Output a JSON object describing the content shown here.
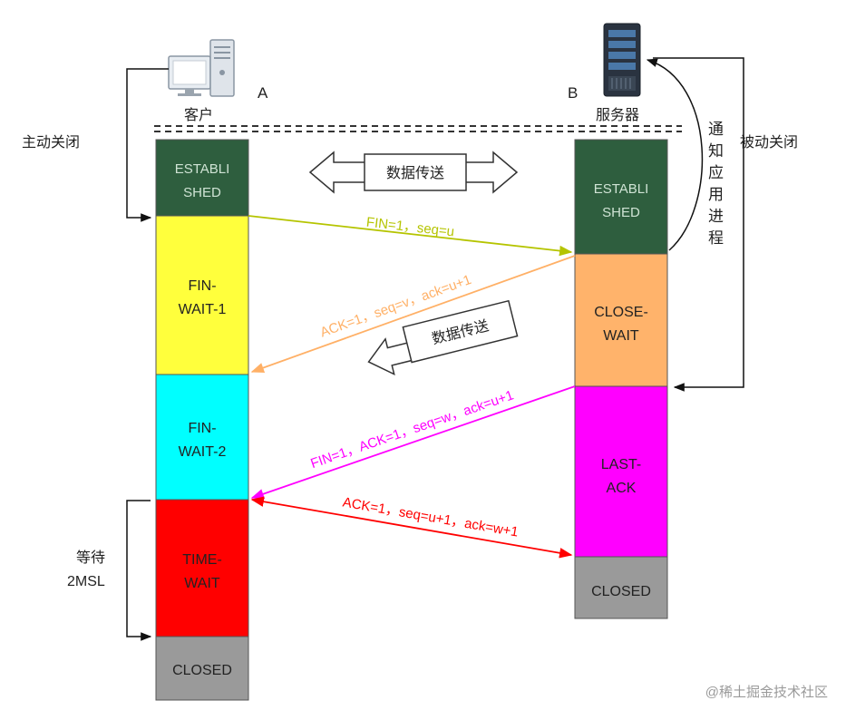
{
  "client": {
    "letter": "A",
    "label": "客户",
    "side_label": "主动关闭",
    "wait_label_1": "等待",
    "wait_label_2": "2MSL"
  },
  "server": {
    "letter": "B",
    "label": "服务器",
    "side_label": "被动关闭",
    "notify_label": [
      "通",
      "知",
      "应",
      "用",
      "进",
      "程"
    ]
  },
  "client_states": [
    {
      "lines": [
        "ESTABLI",
        "SHED"
      ],
      "color": "#2e5e3e",
      "text_color": "#cfe3d4"
    },
    {
      "lines": [
        "FIN-",
        "WAIT-1"
      ],
      "color": "#ffff3c",
      "text_color": "#222222"
    },
    {
      "lines": [
        "FIN-",
        "WAIT-2"
      ],
      "color": "#00ffff",
      "text_color": "#222222"
    },
    {
      "lines": [
        "TIME-",
        "WAIT"
      ],
      "color": "#ff0000",
      "text_color": "#222222"
    },
    {
      "lines": [
        "CLOSED"
      ],
      "color": "#9a9a9a",
      "text_color": "#222222"
    }
  ],
  "server_states": [
    {
      "lines": [
        "ESTABLI",
        "SHED"
      ],
      "color": "#2e5e3e",
      "text_color": "#cfe3d4"
    },
    {
      "lines": [
        "CLOSE-",
        "WAIT"
      ],
      "color": "#ffb36b",
      "text_color": "#222222"
    },
    {
      "lines": [
        "LAST-",
        "ACK"
      ],
      "color": "#ff00ff",
      "text_color": "#222222"
    },
    {
      "lines": [
        "CLOSED"
      ],
      "color": "#9a9a9a",
      "text_color": "#222222"
    }
  ],
  "data_transfer_label": "数据传送",
  "data_transfer_label_2": "数据传送",
  "messages": [
    {
      "label": "FIN=1，seq=u",
      "color": "#b5c400"
    },
    {
      "label": "ACK=1，seq=v，ack=u+1",
      "color": "#ffb066"
    },
    {
      "label": "FIN=1，ACK=1，seq=w，ack=u+1",
      "color": "#ff00ff"
    },
    {
      "label": "ACK=1，seq=u+1，ack=w+1",
      "color": "#ff0000"
    }
  ],
  "watermark": "@稀土掘金技术社区"
}
